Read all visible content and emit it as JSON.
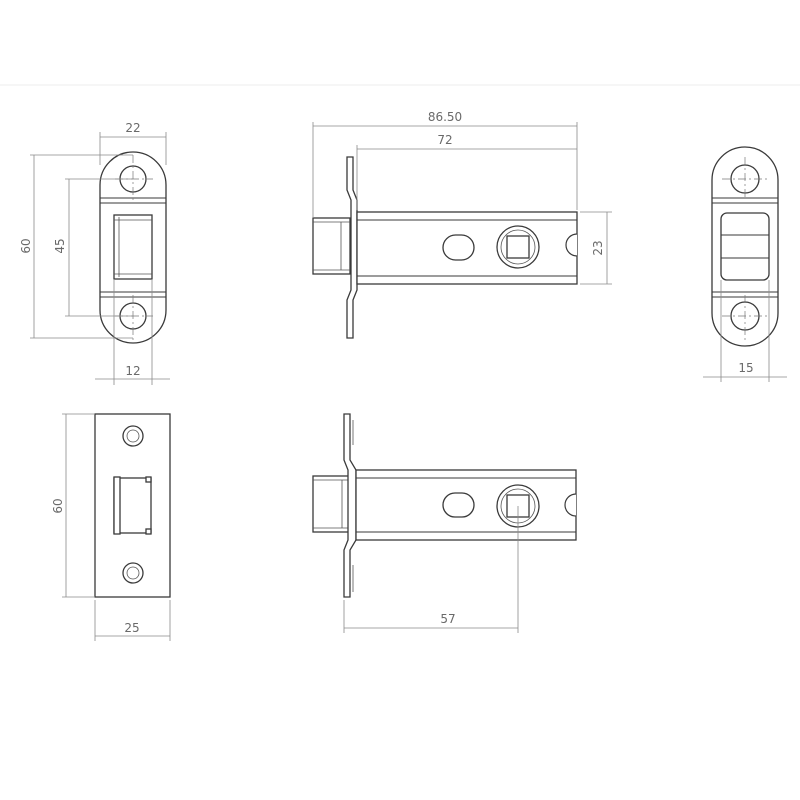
{
  "drawing": {
    "title": "Tubular latch technical drawing",
    "views": {
      "forend_rounded": {
        "dims": {
          "width": "22",
          "height": "60",
          "hole_centers": "45",
          "slot_width": "12"
        }
      },
      "latch_side_top": {
        "dims": {
          "overall_length": "86.50",
          "case_length": "72",
          "case_height": "23"
        }
      },
      "striker_rounded": {
        "dims": {
          "opening_width": "15"
        }
      },
      "forend_square": {
        "dims": {
          "height": "60",
          "width": "25"
        }
      },
      "latch_side_bottom": {
        "dims": {
          "backset": "57"
        }
      }
    },
    "colors": {
      "line": "#3a3a3a",
      "dimension": "#8a8a8a",
      "text": "#6a6a6a",
      "background": "#ffffff"
    }
  }
}
